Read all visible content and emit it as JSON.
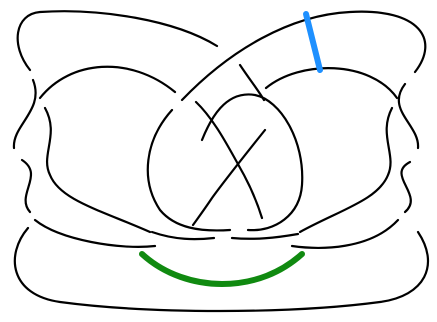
{
  "diagram": {
    "kind": "knot-diagram",
    "strand_color": "#000000",
    "background": "#ffffff",
    "highlights": [
      {
        "name": "blue-arc",
        "color": "#1e90ff"
      },
      {
        "name": "green-arc",
        "color": "#108a10"
      }
    ]
  }
}
